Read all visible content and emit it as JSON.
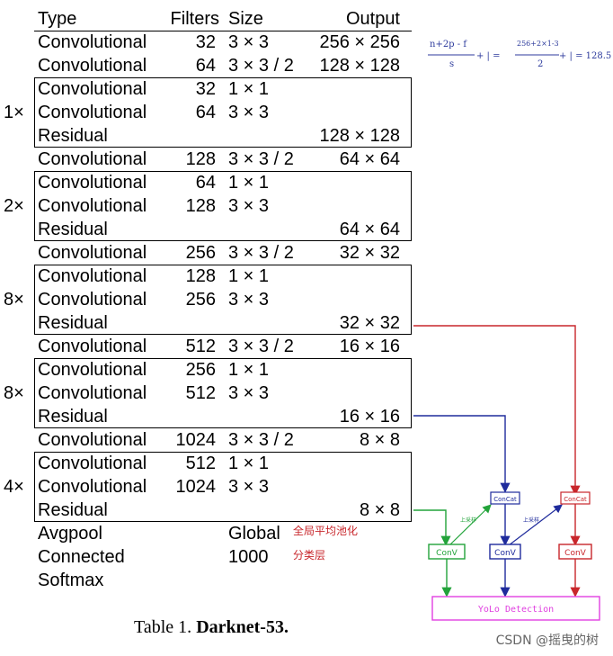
{
  "table": {
    "headers": {
      "type": "Type",
      "filters": "Filters",
      "size": "Size",
      "output": "Output"
    },
    "rows": [
      {
        "type": "Convolutional",
        "filters": "32",
        "size": "3 × 3",
        "output": "256 × 256"
      },
      {
        "type": "Convolutional",
        "filters": "64",
        "size": "3 × 3 / 2",
        "output": "128 × 128"
      },
      {
        "type": "Convolutional",
        "filters": "32",
        "size": "1 × 1",
        "output": ""
      },
      {
        "type": "Convolutional",
        "filters": "64",
        "size": "3 × 3",
        "output": ""
      },
      {
        "type": "Residual",
        "filters": "",
        "size": "",
        "output": "128 × 128"
      },
      {
        "type": "Convolutional",
        "filters": "128",
        "size": "3 × 3 / 2",
        "output": "64 × 64"
      },
      {
        "type": "Convolutional",
        "filters": "64",
        "size": "1 × 1",
        "output": ""
      },
      {
        "type": "Convolutional",
        "filters": "128",
        "size": "3 × 3",
        "output": ""
      },
      {
        "type": "Residual",
        "filters": "",
        "size": "",
        "output": "64 × 64"
      },
      {
        "type": "Convolutional",
        "filters": "256",
        "size": "3 × 3 / 2",
        "output": "32 × 32"
      },
      {
        "type": "Convolutional",
        "filters": "128",
        "size": "1 × 1",
        "output": ""
      },
      {
        "type": "Convolutional",
        "filters": "256",
        "size": "3 × 3",
        "output": ""
      },
      {
        "type": "Residual",
        "filters": "",
        "size": "",
        "output": "32 × 32"
      },
      {
        "type": "Convolutional",
        "filters": "512",
        "size": "3 × 3 / 2",
        "output": "16 × 16"
      },
      {
        "type": "Convolutional",
        "filters": "256",
        "size": "1 × 1",
        "output": ""
      },
      {
        "type": "Convolutional",
        "filters": "512",
        "size": "3 × 3",
        "output": ""
      },
      {
        "type": "Residual",
        "filters": "",
        "size": "",
        "output": "16 × 16"
      },
      {
        "type": "Convolutional",
        "filters": "1024",
        "size": "3 × 3 / 2",
        "output": "8 × 8"
      },
      {
        "type": "Convolutional",
        "filters": "512",
        "size": "1 × 1",
        "output": ""
      },
      {
        "type": "Convolutional",
        "filters": "1024",
        "size": "3 × 3",
        "output": ""
      },
      {
        "type": "Residual",
        "filters": "",
        "size": "",
        "output": "8 × 8"
      },
      {
        "type": "Avgpool",
        "filters": "",
        "size": "Global",
        "output": ""
      },
      {
        "type": "Connected",
        "filters": "",
        "size": "1000",
        "output": ""
      },
      {
        "type": "Softmax",
        "filters": "",
        "size": "",
        "output": ""
      }
    ],
    "repeats": [
      "1×",
      "2×",
      "8×",
      "8×",
      "4×"
    ]
  },
  "caption": {
    "prefix": "Table 1. ",
    "bold": "Darknet-53."
  },
  "notes": {
    "avgpool": "全局平均池化",
    "connected": "分类层"
  },
  "formula": {
    "left_num": "n+2p - f",
    "left_den": "s",
    "plus1": "+ |  =",
    "right_num": "256+2×1-3",
    "right_den": "2",
    "tail": "+ | = 128.5"
  },
  "diagram": {
    "conv_label": "ConV",
    "concat_label": "ConCat",
    "upsample_label": "上采样",
    "yolo_label": "YoLo Detection",
    "colors": {
      "green": "#22a33a",
      "blue": "#1f2b9c",
      "red": "#c8262b",
      "magenta": "#e040e0",
      "formula": "#2c3a9c"
    }
  },
  "watermark": "CSDN @摇曳的树"
}
